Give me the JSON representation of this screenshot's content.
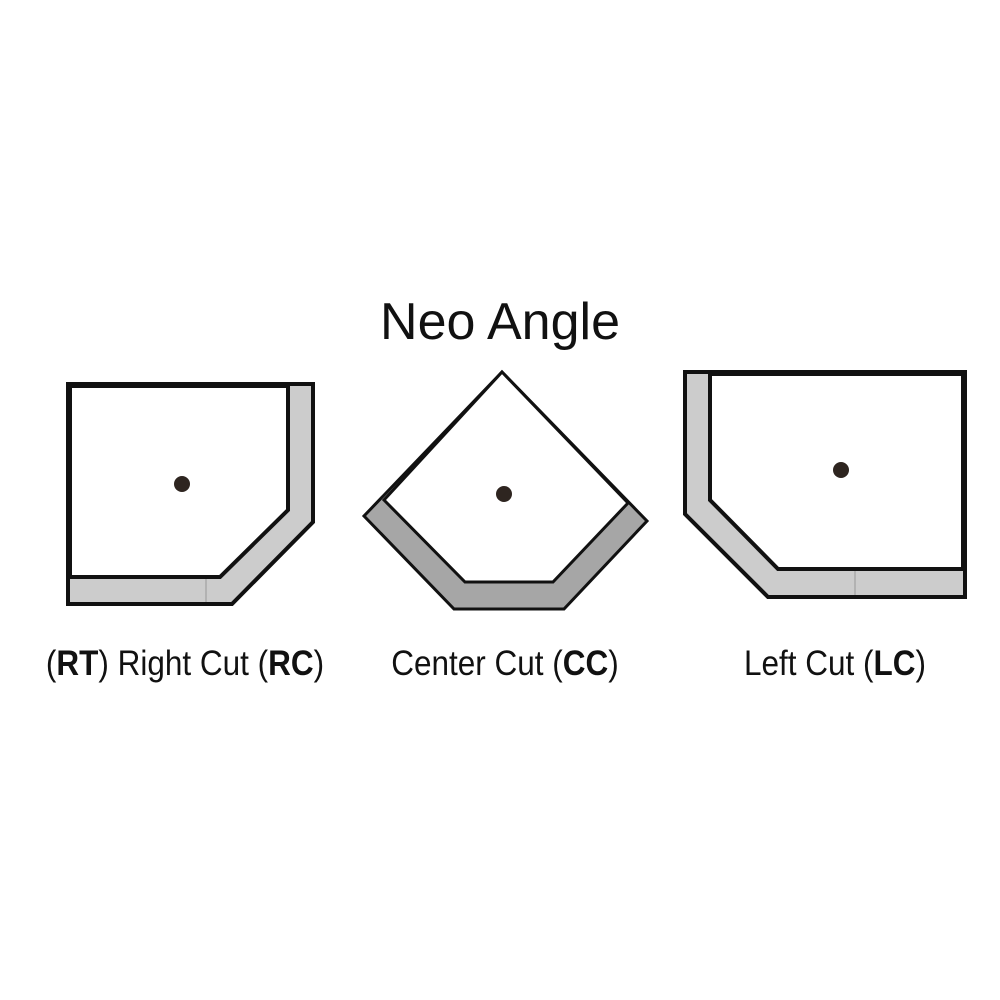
{
  "title": "Neo Angle",
  "shapes": [
    {
      "name": "right-cut",
      "label_prefix_code": "RT",
      "label_text": "Right Cut",
      "label_code": "RC"
    },
    {
      "name": "center-cut",
      "label_text": "Center Cut",
      "label_code": "CC"
    },
    {
      "name": "left-cut",
      "label_text": "Left Cut",
      "label_code": "LC"
    }
  ],
  "colors": {
    "outline": "#111111",
    "band_light": "#cccccc",
    "band_dark": "#a6a6a6",
    "drain": "#2e2520"
  }
}
